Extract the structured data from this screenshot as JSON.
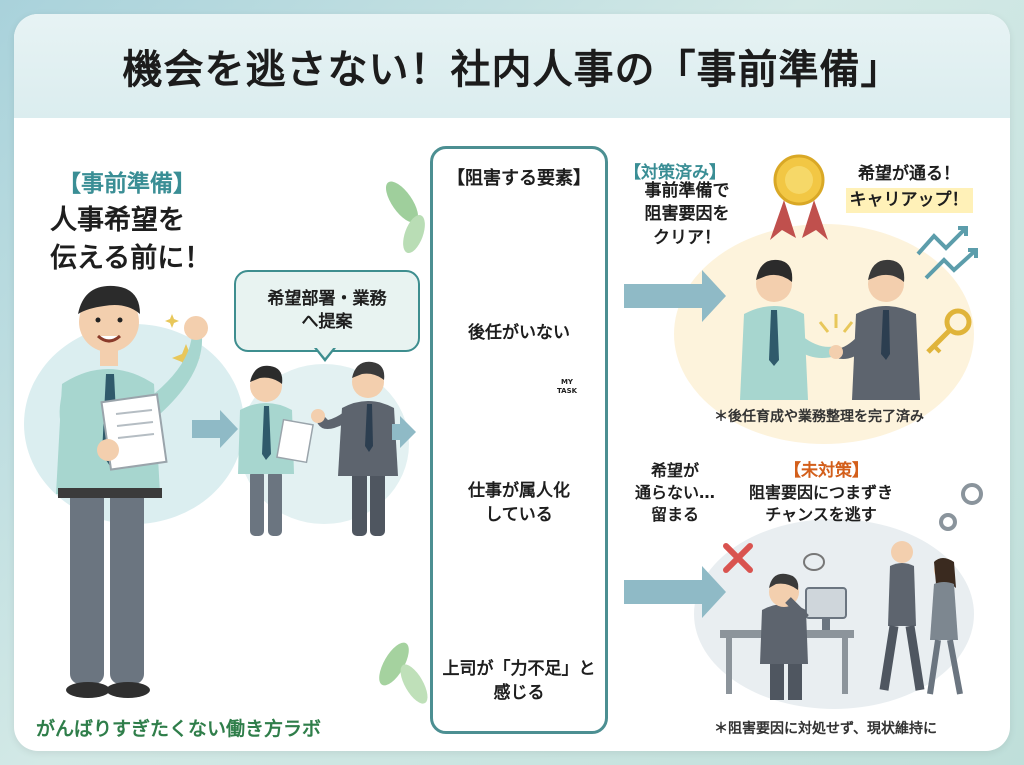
{
  "title": "機会を逃さない！社内人事の「事前準備」",
  "intro": {
    "label": "【事前準備】",
    "line1": "人事希望を",
    "line2": "伝える前に！"
  },
  "bubble": {
    "line1": "希望部署・業務",
    "line2": "へ提案"
  },
  "obstacles": {
    "header": "【阻害する要素】",
    "items": [
      {
        "line1": "後任がいない",
        "line2": ""
      },
      {
        "line1": "仕事が属人化",
        "line2": "している"
      },
      {
        "line1": "上司が「力不足」と",
        "line2": "感じる"
      }
    ],
    "task_card_line1": "MY",
    "task_card_line2": "TASK"
  },
  "resolved": {
    "label": "【対策済み】",
    "line1": "事前準備で",
    "line2": "阻害要因を",
    "line3": "クリア！",
    "callout_line1": "希望が通る！",
    "callout_line2": "キャリアップ！",
    "note": "＊後任育成や業務整理を完了済み"
  },
  "unresolved": {
    "label": "【未対策】",
    "left_line1": "希望が",
    "left_line2": "通らない…",
    "left_line3": "留まる",
    "right_line1": "阻害要因につまずき",
    "right_line2": "チャンスを逃す",
    "note": "＊阻害要因に対処せず、現状維持に"
  },
  "footer": "がんばりすぎたくない働き方ラボ",
  "colors": {
    "teal": "#3a8e95",
    "orange": "#d35f1b",
    "arrow": "#8fbac6",
    "highlight": "#fff1b8"
  }
}
